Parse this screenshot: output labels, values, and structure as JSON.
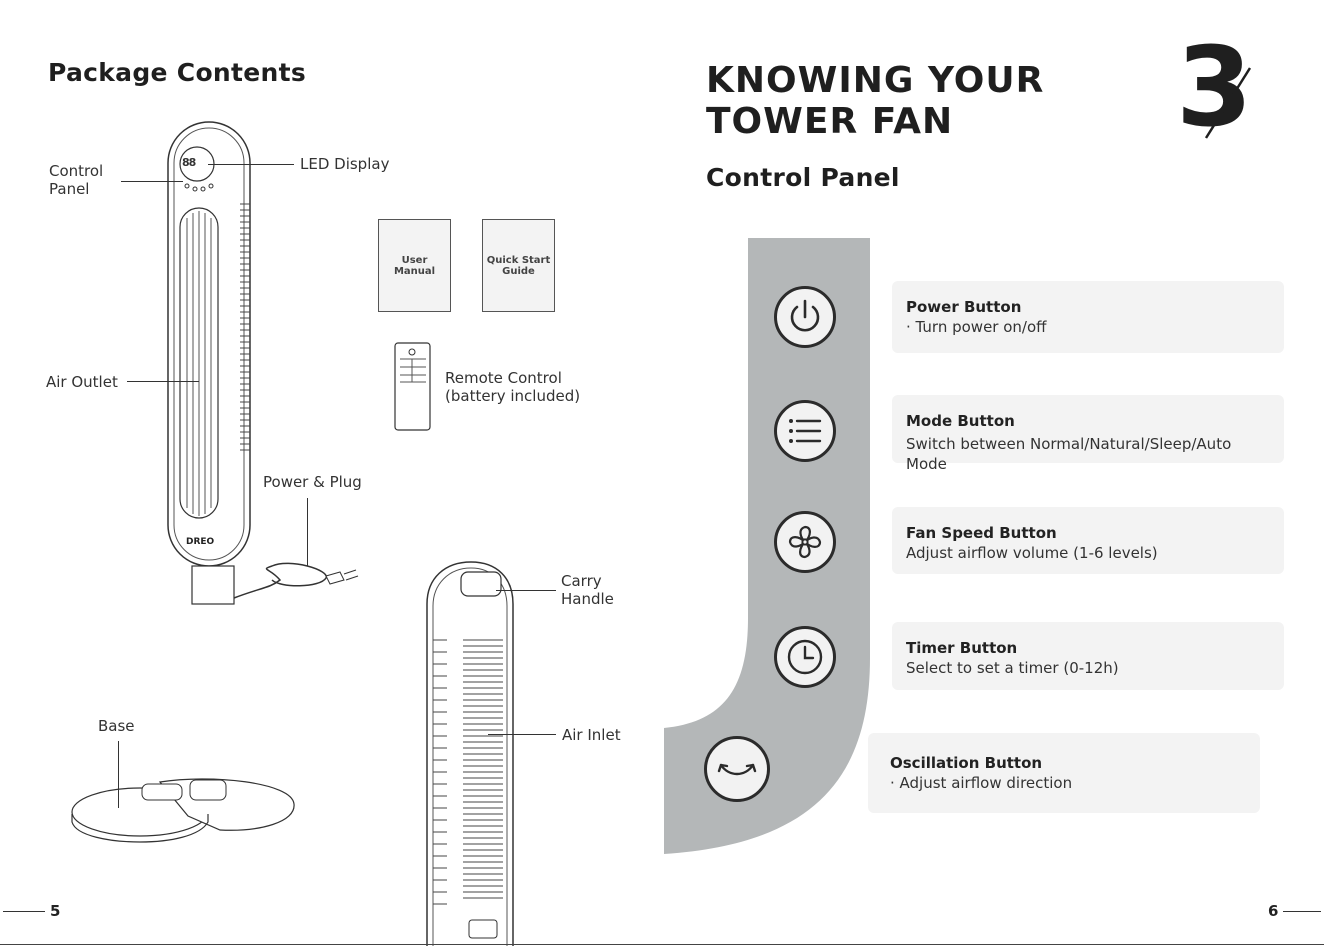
{
  "left_page": {
    "title": "Package Contents",
    "callouts": {
      "control_panel": "Control\nPanel",
      "led_display": "LED Display",
      "air_outlet": "Air Outlet",
      "power_plug": "Power & Plug",
      "remote": "Remote Control\n(battery included)",
      "carry_handle": "Carry\nHandle",
      "air_inlet": "Air Inlet",
      "base": "Base"
    },
    "booklets": {
      "user_manual": "User\nManual",
      "quick_start": "Quick Start\nGuide"
    },
    "brand_mark": "DREO",
    "led_digits": "88",
    "page_number": "5"
  },
  "right_page": {
    "chapter_title_line1": "KNOWING YOUR",
    "chapter_title_line2": "TOWER FAN",
    "chapter_number": "3",
    "section_title": "Control Panel",
    "buttons": [
      {
        "title": "Power Button",
        "desc": "· Turn power on/off",
        "icon": "power-icon"
      },
      {
        "title": "Mode Button",
        "desc": "Switch between Normal/Natural/Sleep/Auto Mode",
        "icon": "mode-list-icon"
      },
      {
        "title": "Fan Speed Button",
        "desc": "Adjust airflow volume (1-6 levels)",
        "icon": "fan-icon"
      },
      {
        "title": "Timer Button",
        "desc": "Select to set a timer (0-12h)",
        "icon": "clock-icon"
      },
      {
        "title": "Oscillation Button",
        "desc": "· Adjust airflow direction",
        "icon": "oscillation-icon"
      }
    ],
    "page_number": "6"
  },
  "colors": {
    "panel_gray": "#b4b7b8",
    "card_bg": "#f3f3f3",
    "ink": "#2b2b2b"
  }
}
